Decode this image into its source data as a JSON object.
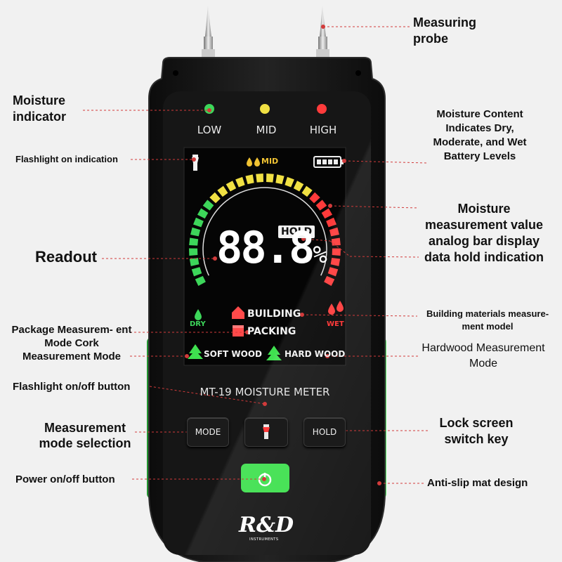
{
  "device": {
    "model_name": "MT-19 MOISTURE METER",
    "brand": "R&D",
    "brand_sub": "INSTRUMENTS",
    "indicators": [
      {
        "label": "LOW",
        "color": "#3dd65a"
      },
      {
        "label": "MID",
        "color": "#f0e043"
      },
      {
        "label": "HIGH",
        "color": "#ff3b3b"
      }
    ],
    "screen": {
      "level_tag": "MID",
      "reading": "88.8",
      "reading_unit": "%",
      "hold_label": "HOLD",
      "dry_label": "DRY",
      "wet_label": "WET",
      "modes": {
        "building": "BUILDING",
        "packing": "PACKING",
        "soft_wood": "SOFT WOOD",
        "hard_wood": "HARD WOOD"
      }
    },
    "buttons": {
      "mode": "MODE",
      "hold": "HOLD"
    }
  },
  "callouts": {
    "measuring_probe": "Measuring probe",
    "moisture_indicator": "Moisture indicator",
    "flashlight_indication": "Flashlight on indication",
    "readout": "Readout",
    "package_mode": "Package Measurem- ent Mode Cork Measurement Mode",
    "flashlight_button": "Flashlight on/off button",
    "mode_selection": "Measurement mode selection",
    "power_button": "Power on/off button",
    "moisture_content": "Moisture Content Indicates Dry, Moderate, and Wet Battery Levels",
    "measurement_value": "Moisture measurement value analog bar display data hold indication",
    "building_mode": "Building materials measure- ment model",
    "hardwood_mode": "Hardwood Measurement Mode",
    "lock_screen": "Lock screen switch key",
    "anti_slip": "Anti-slip mat design"
  },
  "colors": {
    "accent_green": "#3fe04f",
    "callout_line": "#d23b3b",
    "device_body": "#161616",
    "screen_bg": "#050505"
  }
}
